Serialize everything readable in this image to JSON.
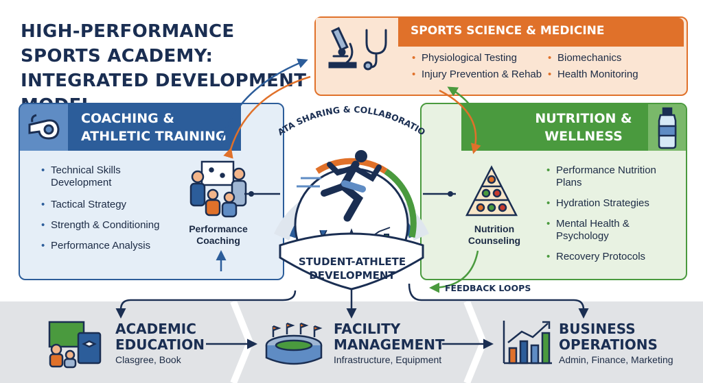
{
  "title": "HIGH-PERFORMANCE SPORTS ACADEMY: INTEGRATED DEVELOPMENT MODEL",
  "center": {
    "label": "STUDENT-ATHLETE DEVELOPMENT",
    "arc_label": "DATA SHARING & COLLABORATION",
    "feedback": "FEEDBACK LOOPS"
  },
  "coaching": {
    "title": "COACHING & ATHLETIC TRAINING",
    "items": [
      "Technical Skills Development",
      "Tactical Strategy",
      "Strength & Conditioning",
      "Performance Analysis"
    ],
    "sub_label": "Performance Coaching",
    "icon": "whistle-icon",
    "color": "#2c5d9a"
  },
  "science": {
    "title": "SPORTS SCIENCE & MEDICINE",
    "items_left": [
      "Physiological Testing",
      "Injury Prevention & Rehab"
    ],
    "items_right": [
      "Biomechanics",
      "Health Monitoring"
    ],
    "icon": "microscope-stethoscope-icon",
    "color": "#e0712a"
  },
  "nutrition": {
    "title": "NUTRITION & WELLNESS",
    "items": [
      "Performance Nutrition Plans",
      "Hydration Strategies",
      "Mental Health & Psychology",
      "Recovery Protocols"
    ],
    "sub_label": "Nutrition Counseling",
    "icon": "water-bottle-icon",
    "color": "#4a9a3e"
  },
  "bottom": {
    "academic": {
      "title": "ACADEMIC EDUCATION",
      "sub": "Clasgree, Book"
    },
    "facility": {
      "title": "FACILITY MANAGEMENT",
      "sub": "Infrastructure, Equipment"
    },
    "business": {
      "title": "BUSINESS OPERATIONS",
      "sub": "Admin, Finance, Marketing"
    }
  }
}
